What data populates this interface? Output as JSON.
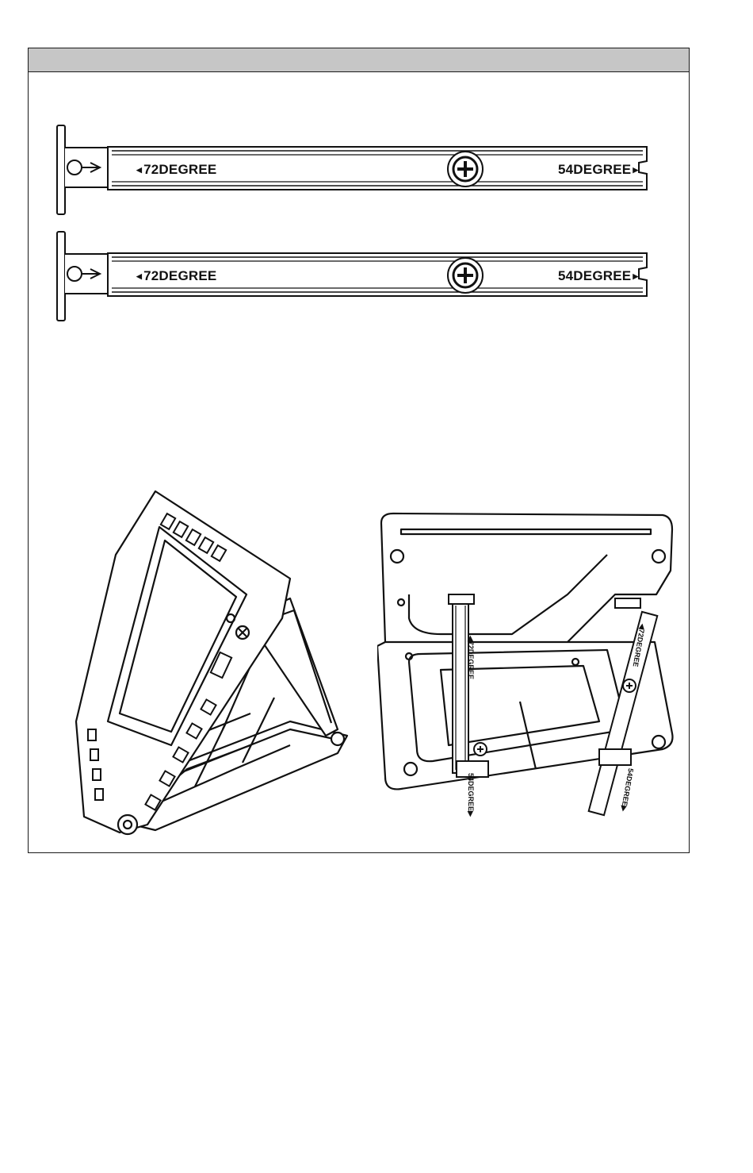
{
  "strips": [
    {
      "left_label": "72DEGREE",
      "right_label": "54DEGREE",
      "screw_icon": "phillips-screw-icon"
    },
    {
      "left_label": "72DEGREE",
      "right_label": "54DEGREE",
      "screw_icon": "phillips-screw-icon"
    }
  ],
  "stand_labels": {
    "left_top": "72DEGREE",
    "left_bottom": "54DEGREE",
    "right_top": "72DEGREE",
    "right_bottom": "54DEGREE"
  },
  "arrows": {
    "left": "◀",
    "right": "▶"
  }
}
